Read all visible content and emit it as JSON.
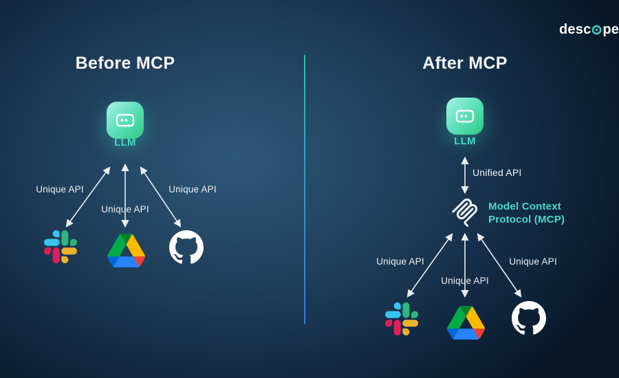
{
  "brand": {
    "name": "descope",
    "logo_prefix": "desc",
    "logo_suffix": "pe",
    "accent": "#3ad0bf"
  },
  "colors": {
    "accent_teal": "#49d7c6",
    "arrow": "#e8eef5",
    "divider_top": "#27d6b0",
    "divider_bottom": "#3b82f6",
    "background_center": "#2e5878",
    "background_edge": "#081523"
  },
  "before": {
    "title": "Before MCP",
    "llm": {
      "label": "LLM",
      "icon": "llm-chat-icon"
    },
    "arrow_labels": {
      "left": "Unique API",
      "middle": "Unique API",
      "right": "Unique API"
    },
    "services": [
      {
        "name": "Slack",
        "icon": "slack-icon"
      },
      {
        "name": "Google Drive",
        "icon": "google-drive-icon"
      },
      {
        "name": "GitHub",
        "icon": "github-icon"
      }
    ]
  },
  "after": {
    "title": "After MCP",
    "llm": {
      "label": "LLM",
      "icon": "llm-chat-icon"
    },
    "unified_api_label": "Unified API",
    "mcp": {
      "icon": "mcp-icon",
      "label_line1": "Model Context",
      "label_line2": "Protocol (MCP)"
    },
    "arrow_labels": {
      "left": "Unique API",
      "middle": "Unique API",
      "right": "Unique API"
    },
    "services": [
      {
        "name": "Slack",
        "icon": "slack-icon"
      },
      {
        "name": "Google Drive",
        "icon": "google-drive-icon"
      },
      {
        "name": "GitHub",
        "icon": "github-icon"
      }
    ]
  }
}
